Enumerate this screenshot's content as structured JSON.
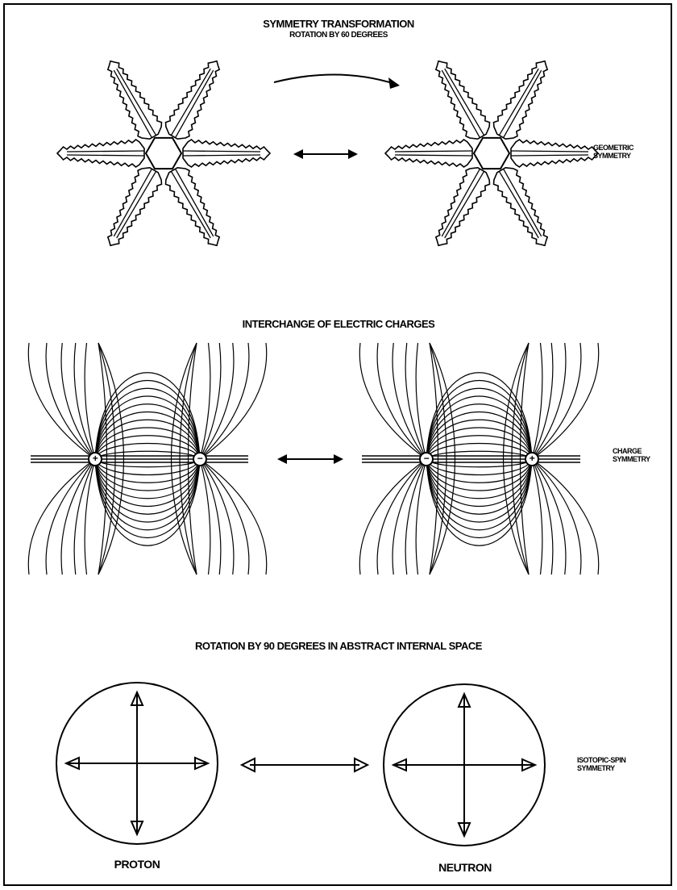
{
  "panels": {
    "geometric": {
      "title": "SYMMETRY TRANSFORMATION",
      "subtitle": "ROTATION BY 60 DEGREES",
      "side_label_1": "GEOMETRIC",
      "side_label_2": "SYMMETRY"
    },
    "charge": {
      "title": "INTERCHANGE OF ELECTRIC CHARGES",
      "side_label_1": "CHARGE",
      "side_label_2": "SYMMETRY",
      "left_pair": [
        "+",
        "−"
      ],
      "right_pair": [
        "−",
        "+"
      ]
    },
    "isospin": {
      "title": "ROTATION BY 90 DEGREES IN ABSTRACT INTERNAL SPACE",
      "side_label_1": "ISOTOPIC-SPIN",
      "side_label_2": "SYMMETRY",
      "left_caption": "PROTON",
      "right_caption": "NEUTRON"
    }
  },
  "colors": {
    "ink": "#000000",
    "paper": "#ffffff"
  }
}
